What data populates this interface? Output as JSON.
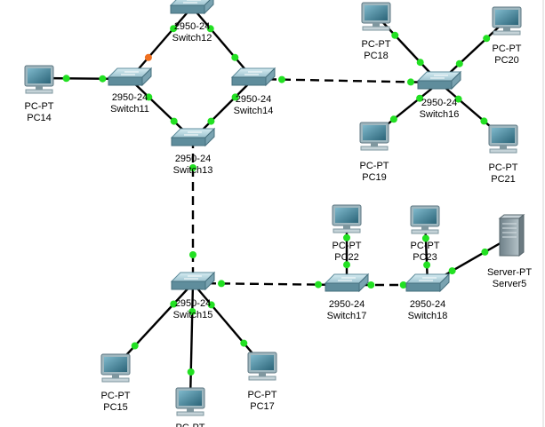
{
  "colors": {
    "port_up": "#22e022",
    "port_pending": "#f07020",
    "switch_top": "#b9d7e0",
    "switch_side": "#5f8d9c",
    "pc_screen": "#3d7a90",
    "pc_frame": "#9fb7bf",
    "server_body": "#8a99a1",
    "link": "#000000"
  },
  "switches": [
    {
      "id": "sw12",
      "model": "2950-24",
      "name": "Switch12"
    },
    {
      "id": "sw11",
      "model": "2950-24",
      "name": "Switch11"
    },
    {
      "id": "sw14",
      "model": "2950-24",
      "name": "Switch14"
    },
    {
      "id": "sw13",
      "model": "2950-24",
      "name": "Switch13"
    },
    {
      "id": "sw16",
      "model": "2950-24",
      "name": "Switch16"
    },
    {
      "id": "sw15",
      "model": "2950-24",
      "name": "Switch15"
    },
    {
      "id": "sw17",
      "model": "2950-24",
      "name": "Switch17"
    },
    {
      "id": "sw18",
      "model": "2950-24",
      "name": "Switch18"
    }
  ],
  "pcs": [
    {
      "id": "pc14",
      "model": "PC-PT",
      "name": "PC14"
    },
    {
      "id": "pc18",
      "model": "PC-PT",
      "name": "PC18"
    },
    {
      "id": "pc20",
      "model": "PC-PT",
      "name": "PC20"
    },
    {
      "id": "pc19",
      "model": "PC-PT",
      "name": "PC19"
    },
    {
      "id": "pc21",
      "model": "PC-PT",
      "name": "PC21"
    },
    {
      "id": "pc22",
      "model": "PC-PT",
      "name": "PC22"
    },
    {
      "id": "pc23",
      "model": "PC-PT",
      "name": "PC23"
    },
    {
      "id": "pc15",
      "model": "PC-PT",
      "name": "PC15"
    },
    {
      "id": "pc16",
      "model": "PC-PT",
      "name": ""
    },
    {
      "id": "pc17",
      "model": "PC-PT",
      "name": "PC17"
    }
  ],
  "servers": [
    {
      "id": "server5",
      "model": "Server-PT",
      "name": "Server5"
    }
  ],
  "links": [
    {
      "a": "pc14",
      "b": "sw11",
      "style": "straight",
      "a_state": "up",
      "b_state": "up"
    },
    {
      "a": "sw11",
      "b": "sw12",
      "style": "straight",
      "a_state": "pending",
      "b_state": "up"
    },
    {
      "a": "sw12",
      "b": "sw14",
      "style": "straight",
      "a_state": "up",
      "b_state": "up"
    },
    {
      "a": "sw11",
      "b": "sw13",
      "style": "straight",
      "a_state": "up",
      "b_state": "up"
    },
    {
      "a": "sw14",
      "b": "sw13",
      "style": "straight",
      "a_state": "up",
      "b_state": "up"
    },
    {
      "a": "sw14",
      "b": "sw16",
      "style": "crossover",
      "a_state": "up",
      "b_state": "up"
    },
    {
      "a": "pc18",
      "b": "sw16",
      "style": "straight",
      "a_state": "up",
      "b_state": "up"
    },
    {
      "a": "pc20",
      "b": "sw16",
      "style": "straight",
      "a_state": "up",
      "b_state": "up"
    },
    {
      "a": "pc19",
      "b": "sw16",
      "style": "straight",
      "a_state": "up",
      "b_state": "up"
    },
    {
      "a": "pc21",
      "b": "sw16",
      "style": "straight",
      "a_state": "up",
      "b_state": "up"
    },
    {
      "a": "sw13",
      "b": "sw15",
      "style": "crossover",
      "a_state": "up",
      "b_state": "up"
    },
    {
      "a": "sw15",
      "b": "sw17",
      "style": "crossover",
      "a_state": "up",
      "b_state": "up"
    },
    {
      "a": "sw17",
      "b": "sw18",
      "style": "crossover",
      "a_state": "up",
      "b_state": "up"
    },
    {
      "a": "pc22",
      "b": "sw17",
      "style": "straight",
      "a_state": "up",
      "b_state": "up"
    },
    {
      "a": "pc23",
      "b": "sw18",
      "style": "straight",
      "a_state": "up",
      "b_state": "up"
    },
    {
      "a": "server5",
      "b": "sw18",
      "style": "straight",
      "a_state": "up",
      "b_state": "up"
    },
    {
      "a": "sw15",
      "b": "pc15",
      "style": "straight",
      "a_state": "up",
      "b_state": "up"
    },
    {
      "a": "sw15",
      "b": "pc16",
      "style": "straight",
      "a_state": "up",
      "b_state": "up"
    },
    {
      "a": "sw15",
      "b": "pc17",
      "style": "straight",
      "a_state": "up",
      "b_state": "up"
    }
  ]
}
